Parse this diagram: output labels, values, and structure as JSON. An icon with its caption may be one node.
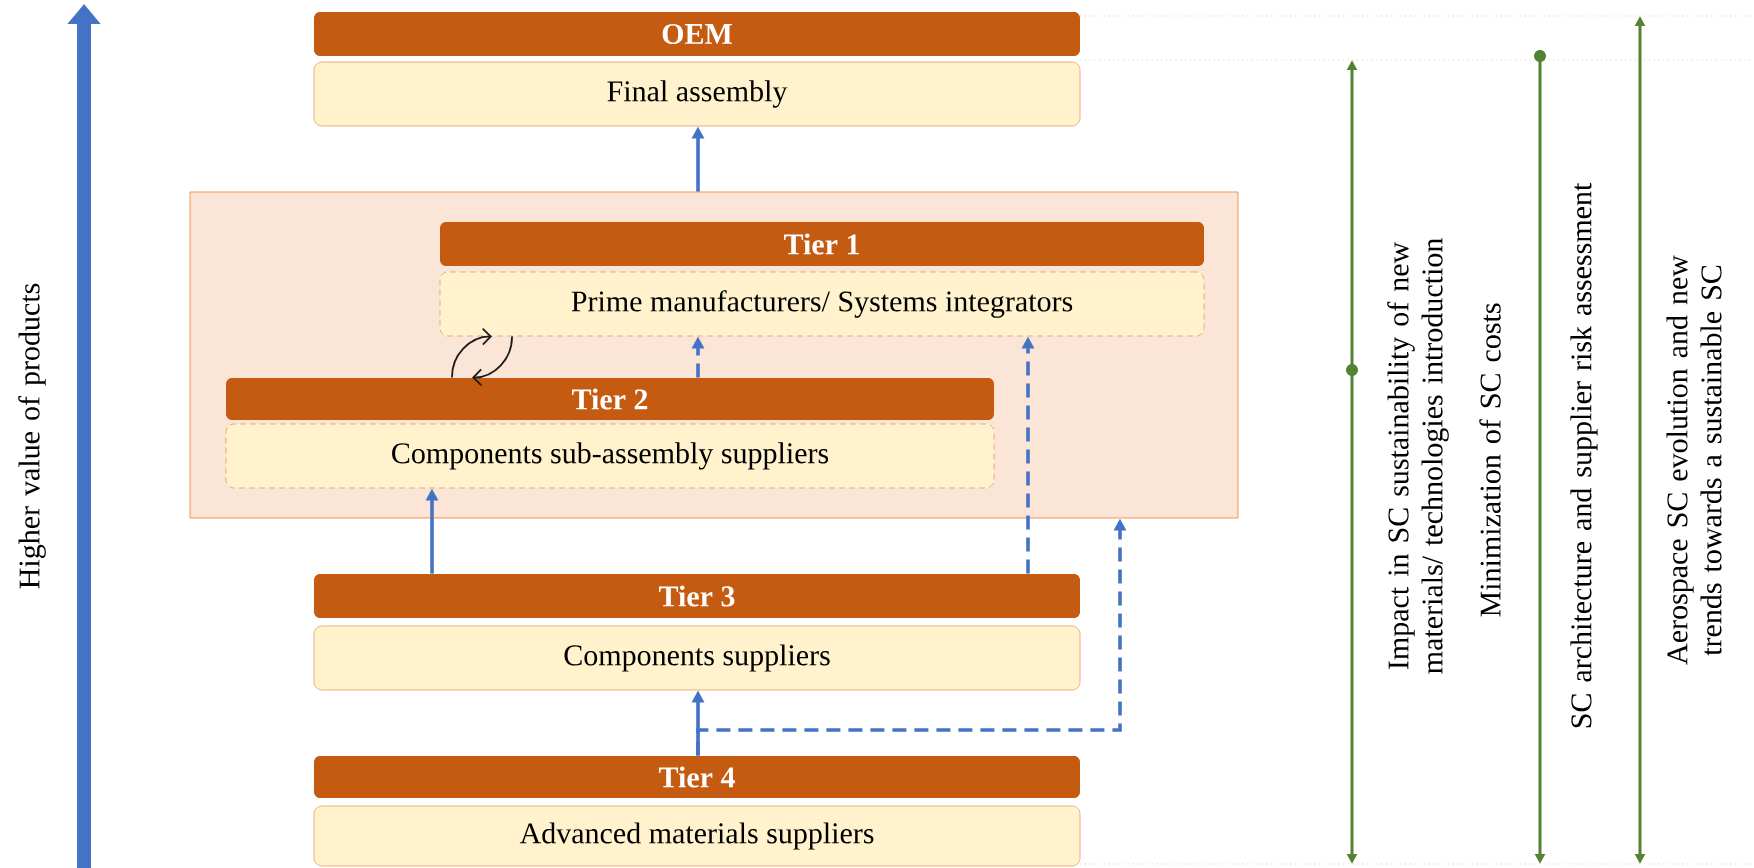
{
  "diagram": {
    "nodes": [
      {
        "text": [
          "OEM",
          "Final assembly"
        ]
      },
      {
        "text": [],
        "shape": "box"
      },
      {
        "text": [
          "Tier 1",
          "Prime manufacturers/ Systems integrators"
        ],
        "in": 1
      },
      {
        "text": [
          "Tier 2",
          "Components sub-assembly suppliers"
        ],
        "in": 1
      },
      {
        "text": [
          "Tier 3",
          "Components suppliers"
        ]
      },
      {
        "text": [
          "Tier 4",
          "Advanced materials suppliers"
        ]
      }
    ],
    "edges": [
      {
        "from": 1,
        "to": 0,
        "arrow": "to"
      },
      {
        "from": 3,
        "to": 2,
        "arrow": "to",
        "style": "dashed"
      },
      {
        "from": 2,
        "to": 3,
        "arrow": "to",
        "color": "#1a1a1a"
      },
      {
        "from": 3,
        "to": 2,
        "arrow": "to",
        "color": "#1a1a1a"
      },
      {
        "from": 4,
        "to": 2,
        "arrow": "to",
        "style": "dashed"
      },
      {
        "from": 4,
        "to": 3,
        "arrow": "to"
      },
      {
        "from": 5,
        "to": 4,
        "arrow": "to"
      },
      {
        "from": 5,
        "to": 1,
        "arrow": "to",
        "style": "dashed"
      }
    ],
    "labels": [
      "Higher value of products",
      "Impact in SC sustainability of new materials/ technologies introduction",
      "Minimization of SC costs",
      "SC architecture and supplier risk assessment",
      "Aerospace SC evolution and new trends towards a sustainable SC"
    ]
  }
}
